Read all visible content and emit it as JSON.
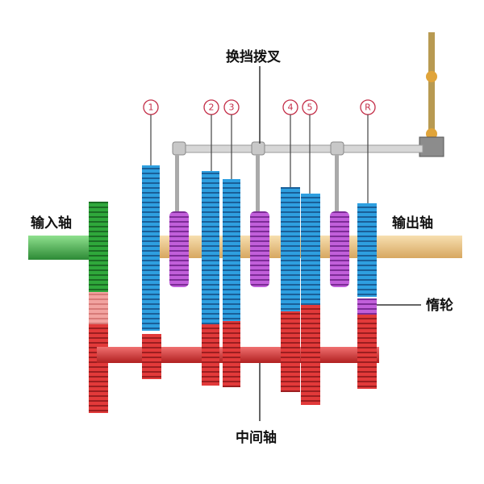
{
  "labels": {
    "shift_fork": "换挡拨叉",
    "input_shaft": "输入轴",
    "output_shaft": "输出轴",
    "idler_gear": "惰轮",
    "countershaft": "中间轴"
  },
  "gear_markers": [
    "①",
    "②",
    "③",
    "④",
    "⑤",
    "Ⓡ"
  ],
  "colors": {
    "blue_gear": "#2e9fe0",
    "red_gear": "#e23a3a",
    "green_gear": "#2fa83b",
    "purple_gear": "#b24fd0",
    "output_shaft": "#f0c98a",
    "fork_rod": "#d7d7d7"
  }
}
